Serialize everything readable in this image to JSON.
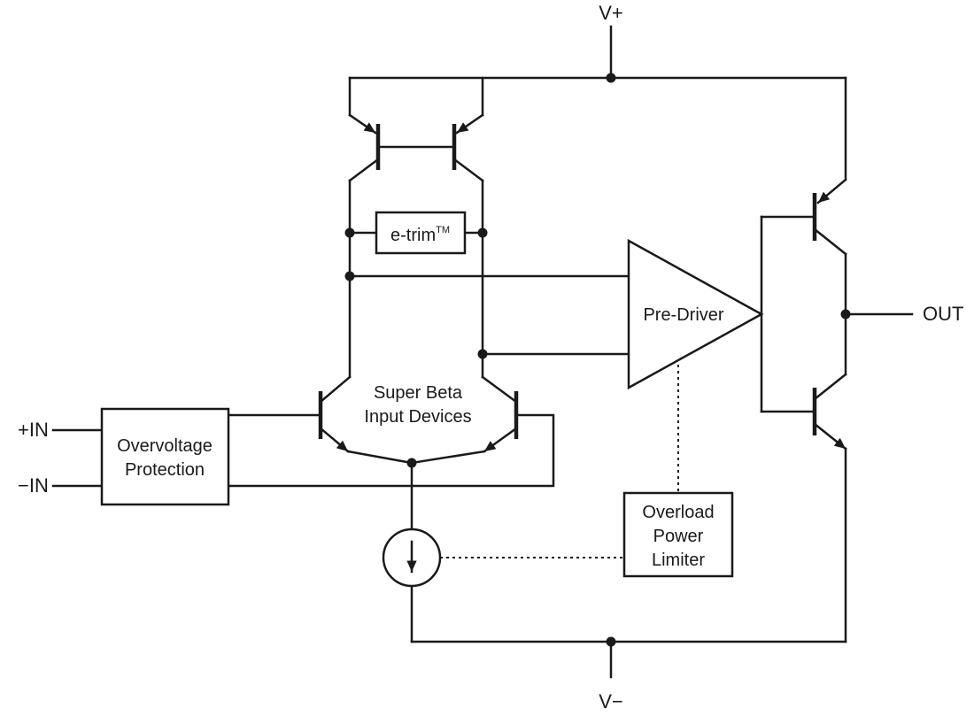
{
  "colors": {
    "line": "#1a1a1a",
    "background": "#ffffff"
  },
  "labels": {
    "v_plus": "V+",
    "v_minus": "V−",
    "in_plus": "+IN",
    "in_minus": "−IN",
    "out": "OUT"
  },
  "blocks": {
    "overvoltage": {
      "line1": "Overvoltage",
      "line2": "Protection"
    },
    "etrim": {
      "name": "e-trim",
      "sup": "TM"
    },
    "input_pair": {
      "line1": "Super Beta",
      "line2": "Input Devices"
    },
    "predriver": {
      "label": "Pre-Driver"
    },
    "limiter": {
      "line1": "Overload",
      "line2": "Power",
      "line3": "Limiter"
    }
  }
}
